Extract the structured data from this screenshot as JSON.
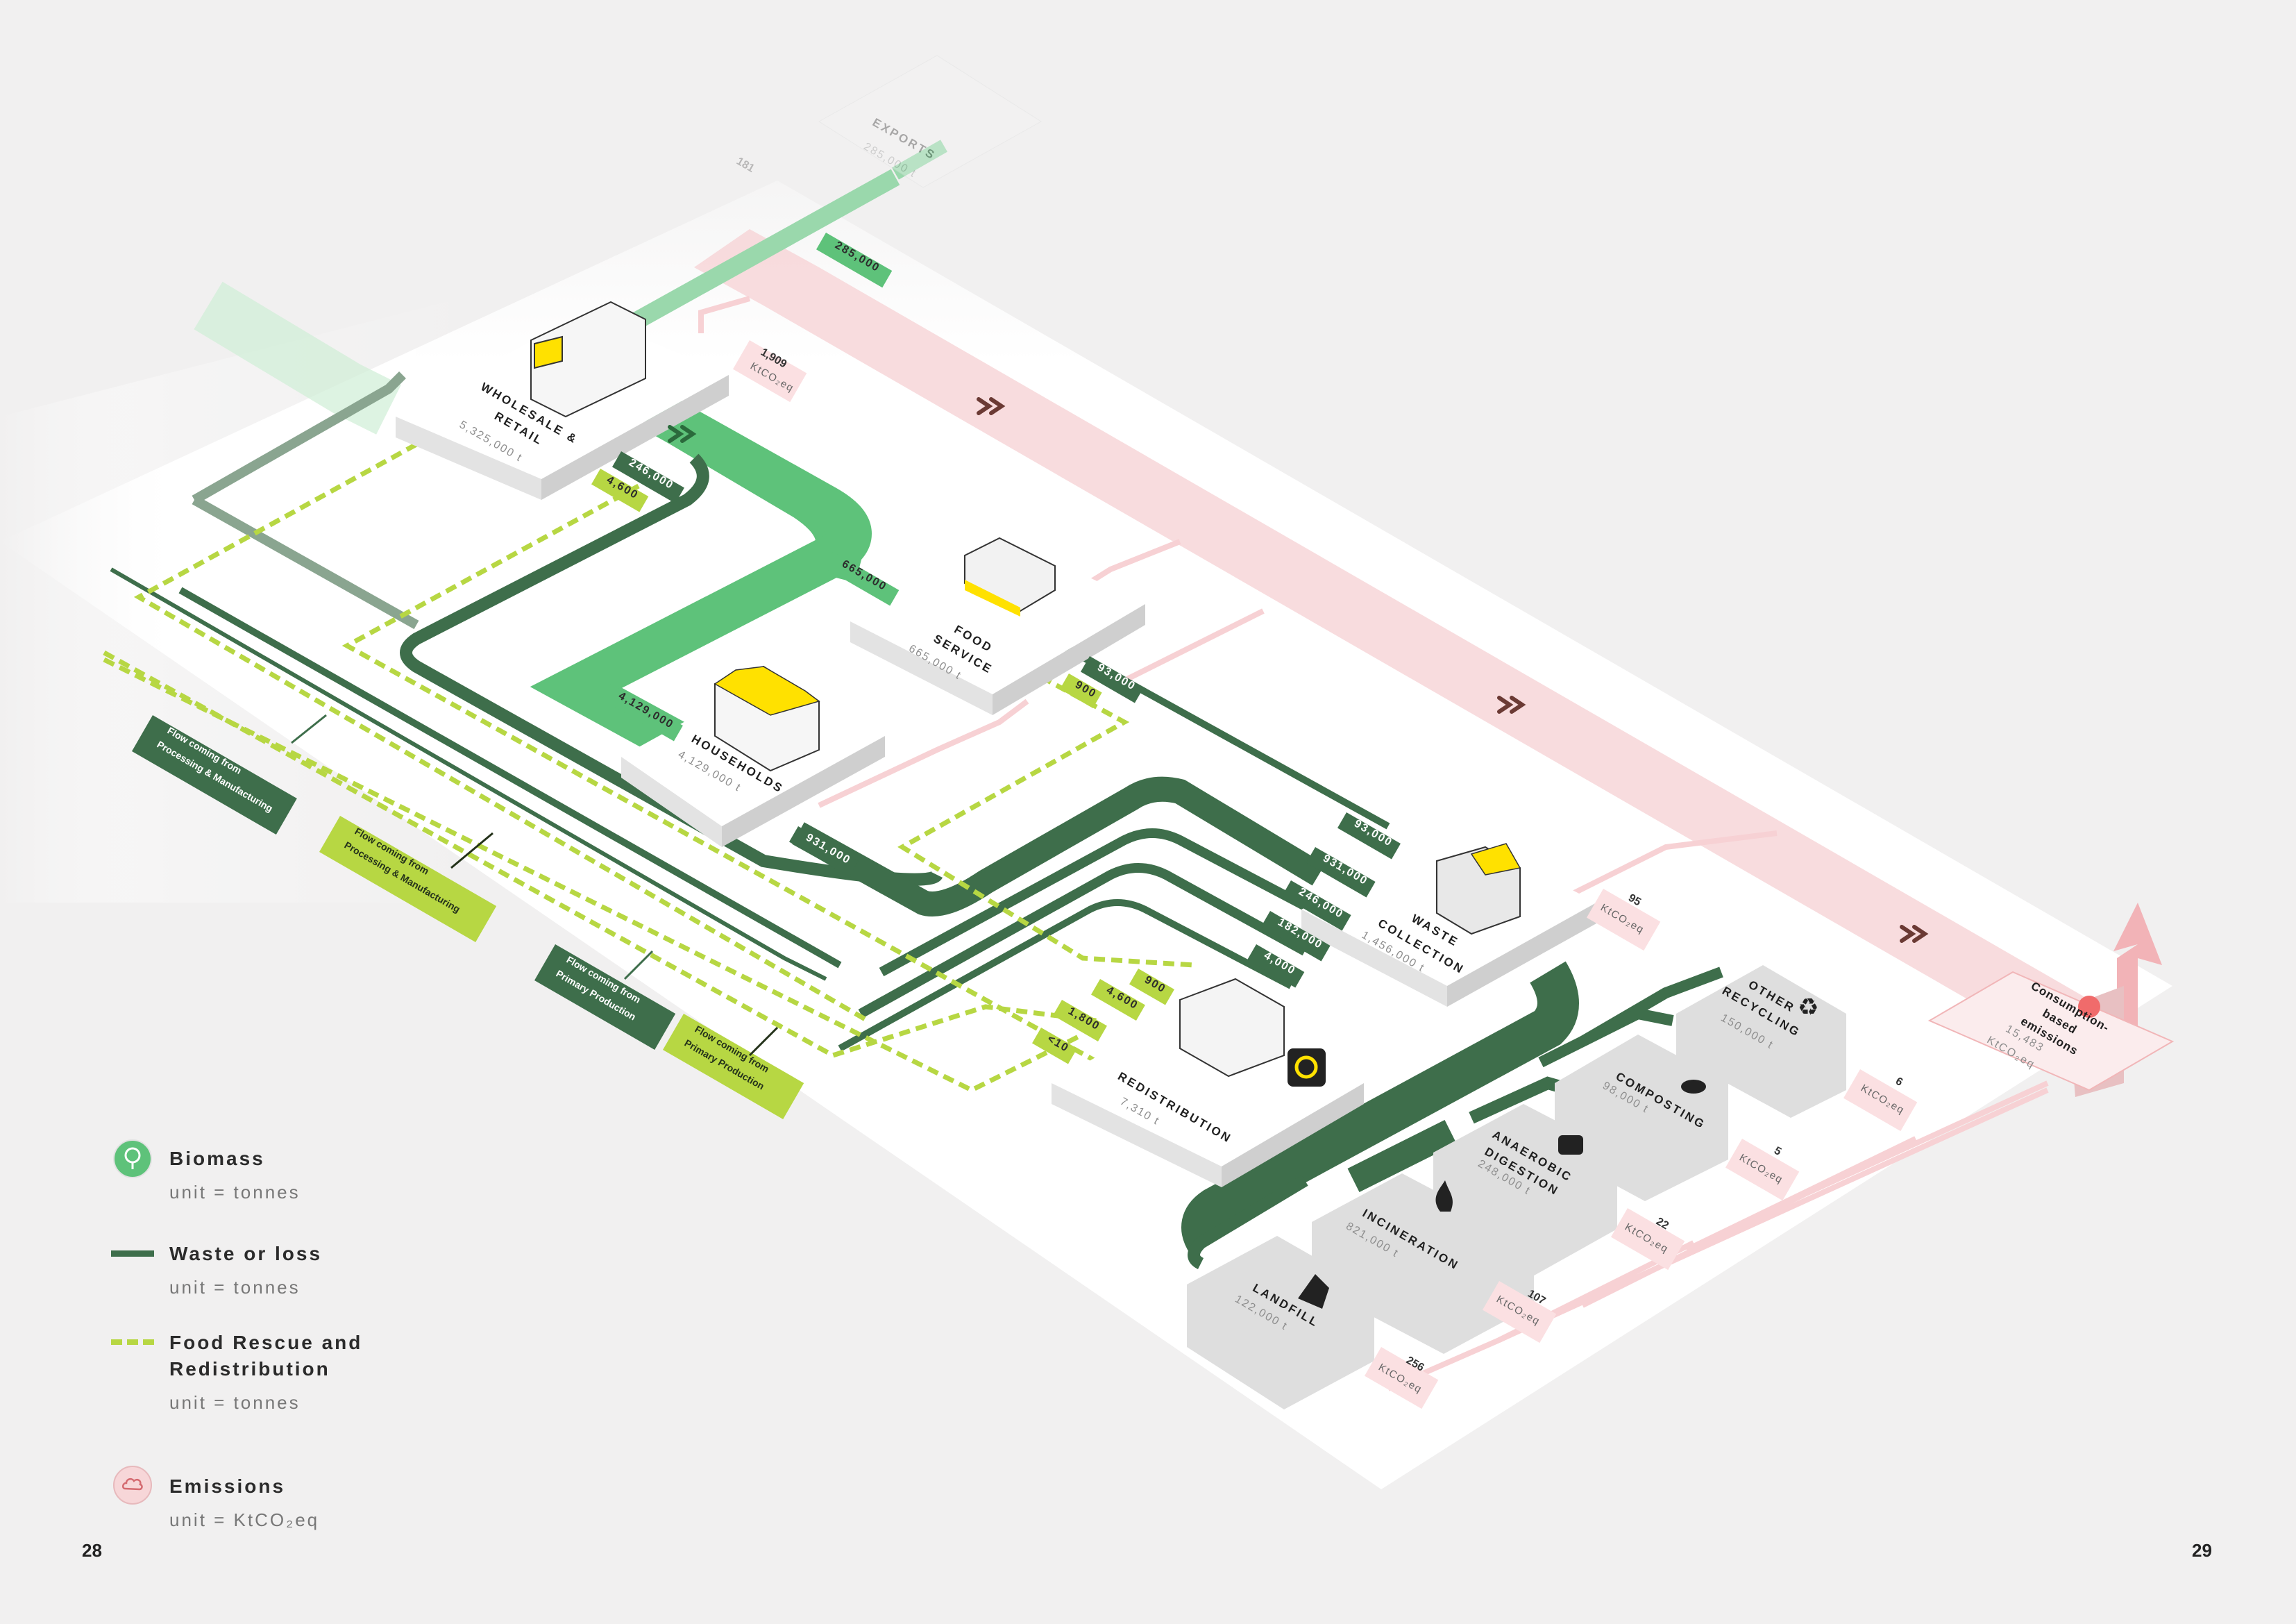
{
  "nodes": {
    "exports": {
      "name": "EXPORTS",
      "value": "285,000 t"
    },
    "wholesale": {
      "name_line1": "WHOLESALE &",
      "name_line2": "RETAIL",
      "value": "5,325,000 t"
    },
    "food_service": {
      "name_line1": "FOOD",
      "name_line2": "SERVICE",
      "value": "665,000 t"
    },
    "households": {
      "name": "HOUSEHOLDS",
      "value": "4,129,000 t"
    },
    "waste_collection": {
      "name_line1": "WASTE",
      "name_line2": "COLLECTION",
      "value": "1,456,000 t"
    },
    "redistribution": {
      "name": "REDISTRIBUTION",
      "value": "7,310 t"
    },
    "other_recycling": {
      "name_line1": "OTHER",
      "name_line2": "RECYCLING",
      "value": "150,000 t"
    },
    "composting": {
      "name": "COMPOSTING",
      "value": "98,000 t"
    },
    "anaerobic": {
      "name_line1": "ANAEROBIC",
      "name_line2": "DIGESTION",
      "value": "248,000 t"
    },
    "incineration": {
      "name": "INCINERATION",
      "value": "821,000 t"
    },
    "landfill": {
      "name": "LANDFILL",
      "value": "122,000 t"
    },
    "consumption": {
      "name_line1": "Consumption-",
      "name_line2": "based",
      "name_line3": "emissions",
      "value": "15,483",
      "unit": "KtCO₂eq"
    }
  },
  "flow_labels": {
    "exports_flow": "285,000",
    "wholesale_to_fs": "665,000",
    "wholesale_to_hh": "4,129,000",
    "wholesale_waste": "246,000",
    "wholesale_rescue": "4,600",
    "fs_waste": "93,000",
    "fs_rescue": "900",
    "hh_waste": "931,000",
    "wc_in_1": "93,000",
    "wc_in_2": "931,000",
    "wc_in_3": "246,000",
    "wc_in_4": "182,000",
    "wc_in_5": "4,000",
    "red_in_1": "900",
    "red_in_2": "4,600",
    "red_in_3": "1,800",
    "red_in_4": "<10",
    "exports_emis": "181"
  },
  "emissions": {
    "unit": "KtCO₂eq",
    "wholesale": "1,909",
    "waste_collection": "95",
    "other_recycling": "6",
    "composting": "5",
    "anaerobic": "22",
    "incineration": "107",
    "landfill": "256"
  },
  "notes": {
    "n1_line1": "Flow coming from",
    "n1_line2": "Processing & Manufacturing",
    "n2_line1": "Flow coming from",
    "n2_line2": "Processing & Manufacturing",
    "n3_line1": "Flow coming from",
    "n3_line2": "Primary Production",
    "n4_line1": "Flow coming from",
    "n4_line2": "Primary Production"
  },
  "legend": {
    "biomass": {
      "title": "Biomass",
      "unit": "unit = tonnes"
    },
    "waste": {
      "title": "Waste or loss",
      "unit": "unit = tonnes"
    },
    "rescue": {
      "title_line1": "Food Rescue and",
      "title_line2": "Redistribution",
      "unit": "unit = tonnes"
    },
    "emissions": {
      "title": "Emissions",
      "unit": "unit = KtCO₂eq"
    }
  },
  "page_numbers": {
    "left": "28",
    "right": "29"
  },
  "colors": {
    "biomass": "#5ec27a",
    "waste": "#3e6e4b",
    "rescue": "#b7d743",
    "emissions": "#f4c9cb",
    "node_white": "#ffffff",
    "node_gray": "#dedede"
  }
}
